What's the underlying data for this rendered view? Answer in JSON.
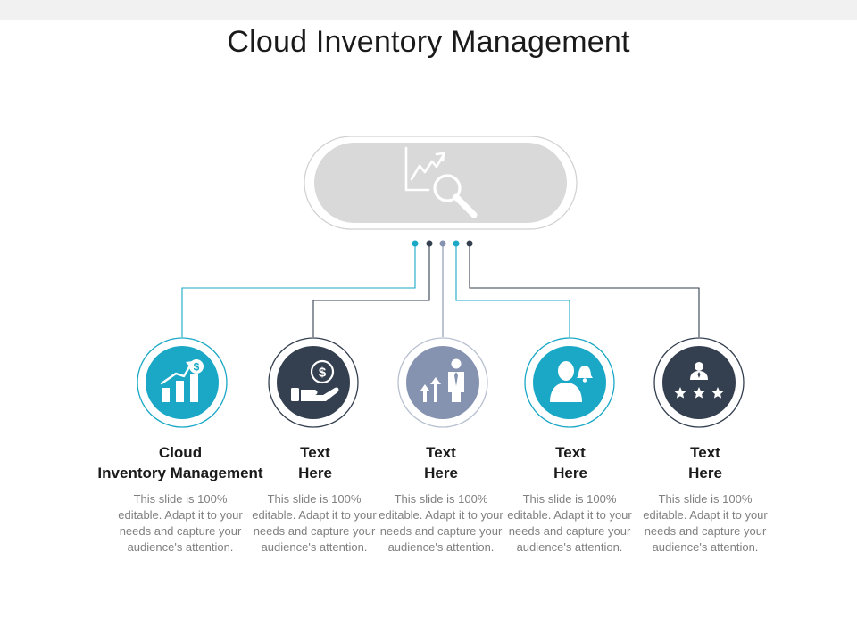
{
  "title": "Cloud Inventory Management",
  "colors": {
    "teal": "#1aa8c6",
    "navy": "#343f4f",
    "slate": "#8593b1",
    "pill_fill": "#d9d9d9",
    "pill_border": "#d0d0d0"
  },
  "hub": {
    "icon": "chart-magnifier-icon"
  },
  "items": [
    {
      "heading_line1": "Cloud",
      "heading_line2": "Inventory Management",
      "body": "This slide is 100% editable. Adapt it to your needs and capture your audience's attention.",
      "icon": "growth-chart-dollar-icon",
      "color": "teal"
    },
    {
      "heading_line1": "Text",
      "heading_line2": "Here",
      "body": "This slide is 100% editable. Adapt it to your needs and capture your audience's attention.",
      "icon": "hand-coin-icon",
      "color": "navy"
    },
    {
      "heading_line1": "Text",
      "heading_line2": "Here",
      "body": "This slide is 100% editable. Adapt it to your needs and capture your audience's attention.",
      "icon": "businessman-growth-icon",
      "color": "slate"
    },
    {
      "heading_line1": "Text",
      "heading_line2": "Here",
      "body": "This slide is 100% editable. Adapt it to your needs and capture your audience's attention.",
      "icon": "user-bell-icon",
      "color": "teal"
    },
    {
      "heading_line1": "Text",
      "heading_line2": "Here",
      "body": "This slide is 100% editable. Adapt it to your needs and capture your audience's attention.",
      "icon": "user-rating-stars-icon",
      "color": "navy"
    }
  ]
}
